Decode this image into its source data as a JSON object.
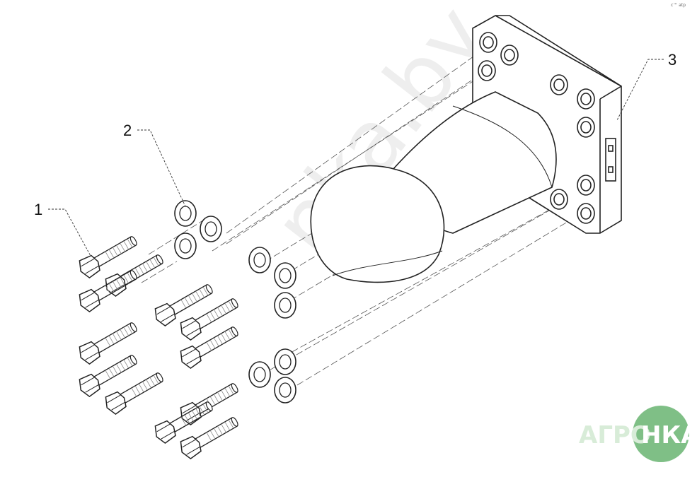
{
  "callouts": {
    "c1": "1",
    "c2": "2",
    "c3": "3"
  },
  "corner_note": "c™ atp",
  "watermark": "nka.by",
  "logo": {
    "left": "АГРО",
    "right": "НКА"
  },
  "colors": {
    "line": "#222222",
    "dash": "#555555",
    "logo_green": "#7fbf86",
    "logo_text_light": "#d8ecd8"
  },
  "icons": {
    "bolt": "hex-bolt-icon",
    "washer": "washer-icon",
    "bracket": "towing-bracket-icon"
  }
}
